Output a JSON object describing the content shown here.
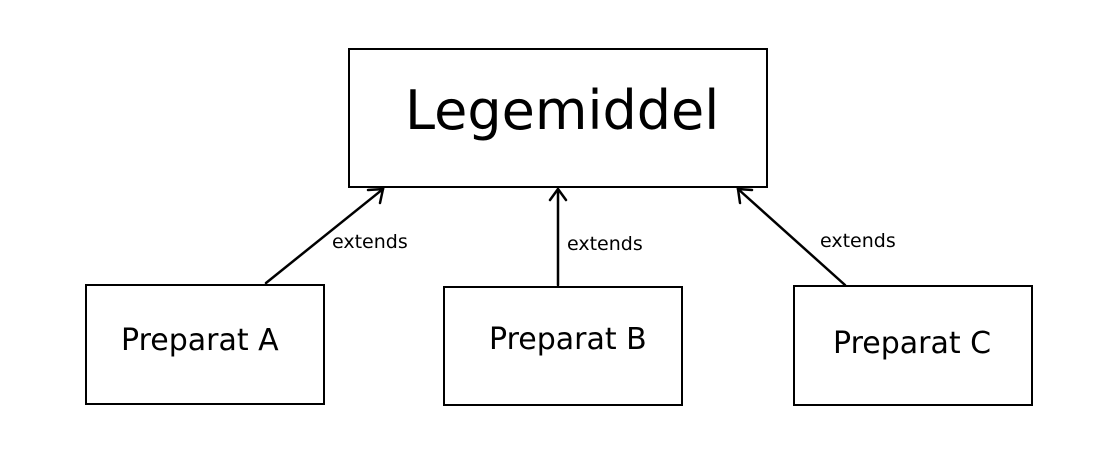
{
  "diagram": {
    "parent": {
      "label": "Legemiddel"
    },
    "children": [
      {
        "label": "Preparat A",
        "relation": "extends"
      },
      {
        "label": "Preparat B",
        "relation": "extends"
      },
      {
        "label": "Preparat C",
        "relation": "extends"
      }
    ]
  },
  "colors": {
    "stroke": "#000000",
    "background": "#ffffff"
  }
}
